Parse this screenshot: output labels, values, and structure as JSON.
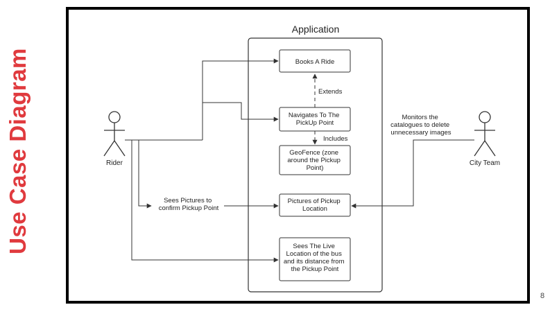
{
  "slide": {
    "side_title": "Use Case Diagram",
    "page_number": "8"
  },
  "diagram": {
    "system_label": "Application",
    "actors": {
      "rider": "Rider",
      "city_team": "City Team"
    },
    "use_cases": {
      "books_ride": [
        "Books A Ride"
      ],
      "navigates": [
        "Navigates To The",
        "PickUp Point"
      ],
      "geofence": [
        "GeoFence (zone",
        "around the Pickup",
        "Point)"
      ],
      "pictures": [
        "Pictures of Pickup",
        "Location"
      ],
      "live_location": [
        "Sees The Live",
        "Location of the bus",
        "and its distance from",
        "the Pickup Point"
      ]
    },
    "relations": {
      "extends": "Extends",
      "includes": "Includes",
      "sees_pictures": [
        "Sees Pictures to",
        "confirm Pickup Point"
      ],
      "monitors": [
        "Monitors the",
        "catalogues to delete",
        "unnecessary images"
      ]
    }
  }
}
